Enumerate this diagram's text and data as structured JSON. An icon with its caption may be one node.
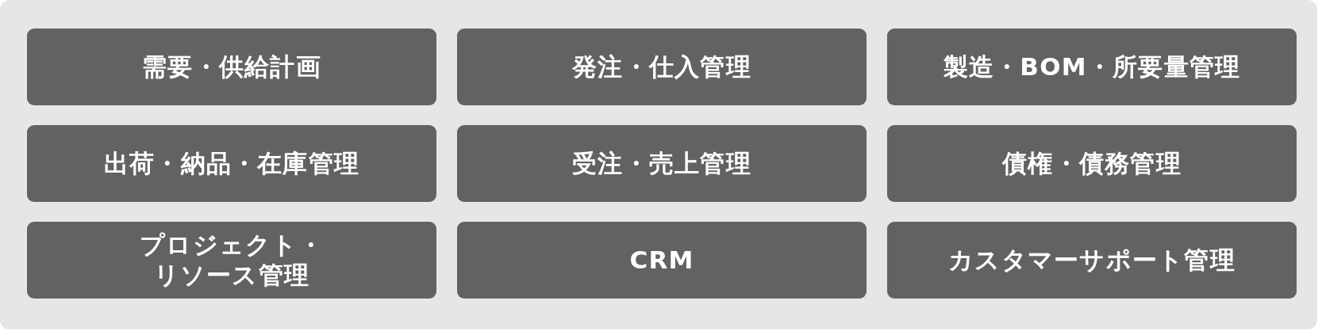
{
  "diagram": {
    "nodes": [
      {
        "text": [
          "需要・供給計画"
        ]
      },
      {
        "text": [
          "発注・仕入管理"
        ]
      },
      {
        "text": [
          "製造・BOM・所要量管理"
        ]
      },
      {
        "text": [
          "出荷・納品・在庫管理"
        ]
      },
      {
        "text": [
          "受注・売上管理"
        ]
      },
      {
        "text": [
          "債権・債務管理"
        ]
      },
      {
        "text": [
          "プロジェクト・リソース管理"
        ]
      },
      {
        "text": [
          "CRM"
        ]
      },
      {
        "text": [
          "カスタマーサポート管理"
        ]
      }
    ]
  }
}
